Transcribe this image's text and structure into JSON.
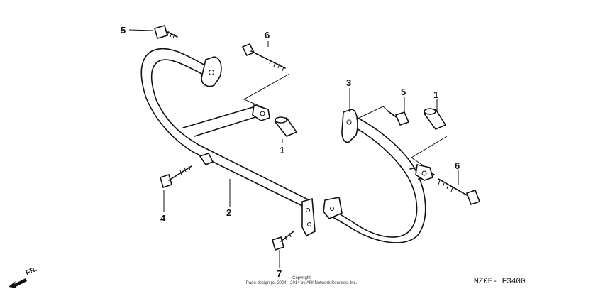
{
  "diagram": {
    "callouts": {
      "left_bolt_top": "5",
      "left_bolt_long": "6",
      "left_collar": "1",
      "left_bolt_lower": "4",
      "left_guard": "2",
      "center_bolt": "7",
      "right_guard": "3",
      "right_bolt_top": "5",
      "right_collar": "1",
      "right_bolt_long": "6"
    },
    "copyright_line1": "Copyright",
    "copyright_line2": "Page design (c) 2004 - 2014 by ARI Network Services, Inc.",
    "figure_code": "MZ0E- F3400",
    "direction_label": "FR."
  }
}
